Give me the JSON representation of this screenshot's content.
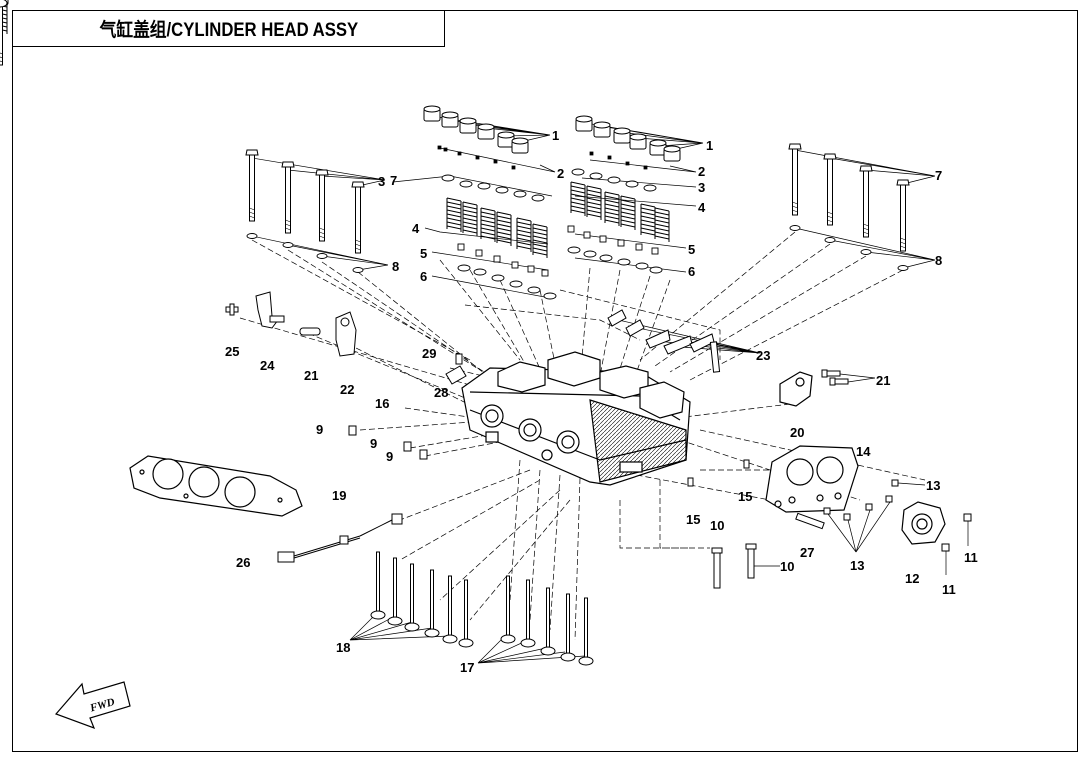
{
  "title": "气缸盖组/CYLINDER HEAD ASSY",
  "fwd_label": "FWD",
  "parts": [
    {
      "no": "1"
    },
    {
      "no": "1"
    },
    {
      "no": "2"
    },
    {
      "no": "2"
    },
    {
      "no": "3"
    },
    {
      "no": "3"
    },
    {
      "no": "4"
    },
    {
      "no": "4"
    },
    {
      "no": "5"
    },
    {
      "no": "5"
    },
    {
      "no": "6"
    },
    {
      "no": "6"
    },
    {
      "no": "7"
    },
    {
      "no": "7"
    },
    {
      "no": "8"
    },
    {
      "no": "8"
    },
    {
      "no": "9"
    },
    {
      "no": "9"
    },
    {
      "no": "9"
    },
    {
      "no": "10"
    },
    {
      "no": "10"
    },
    {
      "no": "11"
    },
    {
      "no": "11"
    },
    {
      "no": "12"
    },
    {
      "no": "13"
    },
    {
      "no": "13"
    },
    {
      "no": "14"
    },
    {
      "no": "15"
    },
    {
      "no": "15"
    },
    {
      "no": "16"
    },
    {
      "no": "17"
    },
    {
      "no": "18"
    },
    {
      "no": "19"
    },
    {
      "no": "20"
    },
    {
      "no": "21"
    },
    {
      "no": "21"
    },
    {
      "no": "22"
    },
    {
      "no": "23"
    },
    {
      "no": "24"
    },
    {
      "no": "25"
    },
    {
      "no": "26"
    },
    {
      "no": "27"
    },
    {
      "no": "28"
    },
    {
      "no": "29"
    }
  ]
}
